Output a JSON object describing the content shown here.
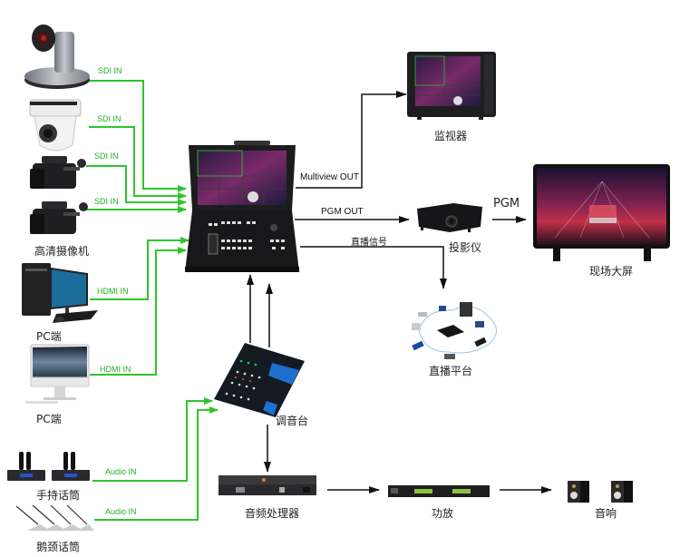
{
  "colors": {
    "input_line": "#2ec52e",
    "output_line": "#111111",
    "label_text": "#222222"
  },
  "devices": {
    "ptz_camera": {
      "icon": "ptz-camera-icon"
    },
    "dome_camera": {
      "icon": "dome-camera-icon"
    },
    "camcorder_1": {
      "icon": "camcorder-icon"
    },
    "camcorder_2": {
      "icon": "camcorder-icon"
    },
    "cameras_label": "高清摄像机",
    "pc_tower_label": "PC端",
    "pc_allinone_label": "PC端",
    "handheld_mic_label": "手持话筒",
    "gooseneck_mic_label": "鹅颈话筒",
    "switcher": {
      "icon": "portable-video-switcher-icon"
    },
    "monitor_label": "监视器",
    "projector_label": "投影仪",
    "big_screen_label": "现场大屏",
    "live_platform_label": "直播平台",
    "mixer_label": "调音台",
    "audio_processor_label": "音频处理器",
    "amplifier_label": "功放",
    "speakers_label": "音响"
  },
  "connections": {
    "sdi_in_1": "SDI IN",
    "sdi_in_2": "SDI IN",
    "sdi_in_3": "SDI IN",
    "sdi_in_4": "SDI IN",
    "hdmi_in_1": "HDMI IN",
    "hdmi_in_2": "HDMI IN",
    "audio_in_1": "Audio IN",
    "audio_in_2": "Audio IN",
    "multiview_out": "Multiview OUT",
    "pgm_out": "PGM OUT",
    "live_signal": "直播信号",
    "pgm": "PGM"
  }
}
